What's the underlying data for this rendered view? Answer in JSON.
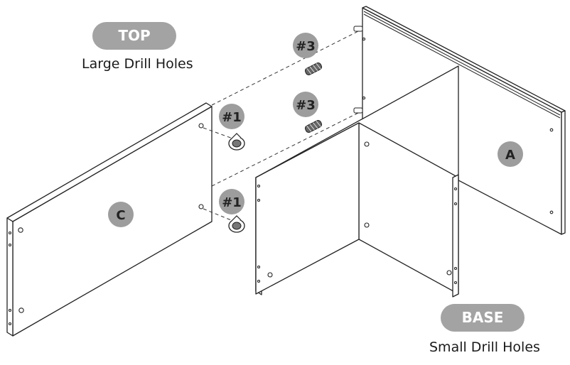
{
  "labels": {
    "top_pill": "TOP",
    "top_caption": "Large Drill Holes",
    "base_pill": "BASE",
    "base_caption": "Small Drill Holes"
  },
  "parts": {
    "panel_a": "A",
    "panel_c": "C",
    "cam_lock_upper": "#1",
    "cam_lock_lower": "#1",
    "dowel_upper": "#3",
    "dowel_lower": "#3"
  },
  "colors": {
    "pill": "#a3a3a3",
    "badge": "#9d9d9d",
    "line": "#222222"
  }
}
